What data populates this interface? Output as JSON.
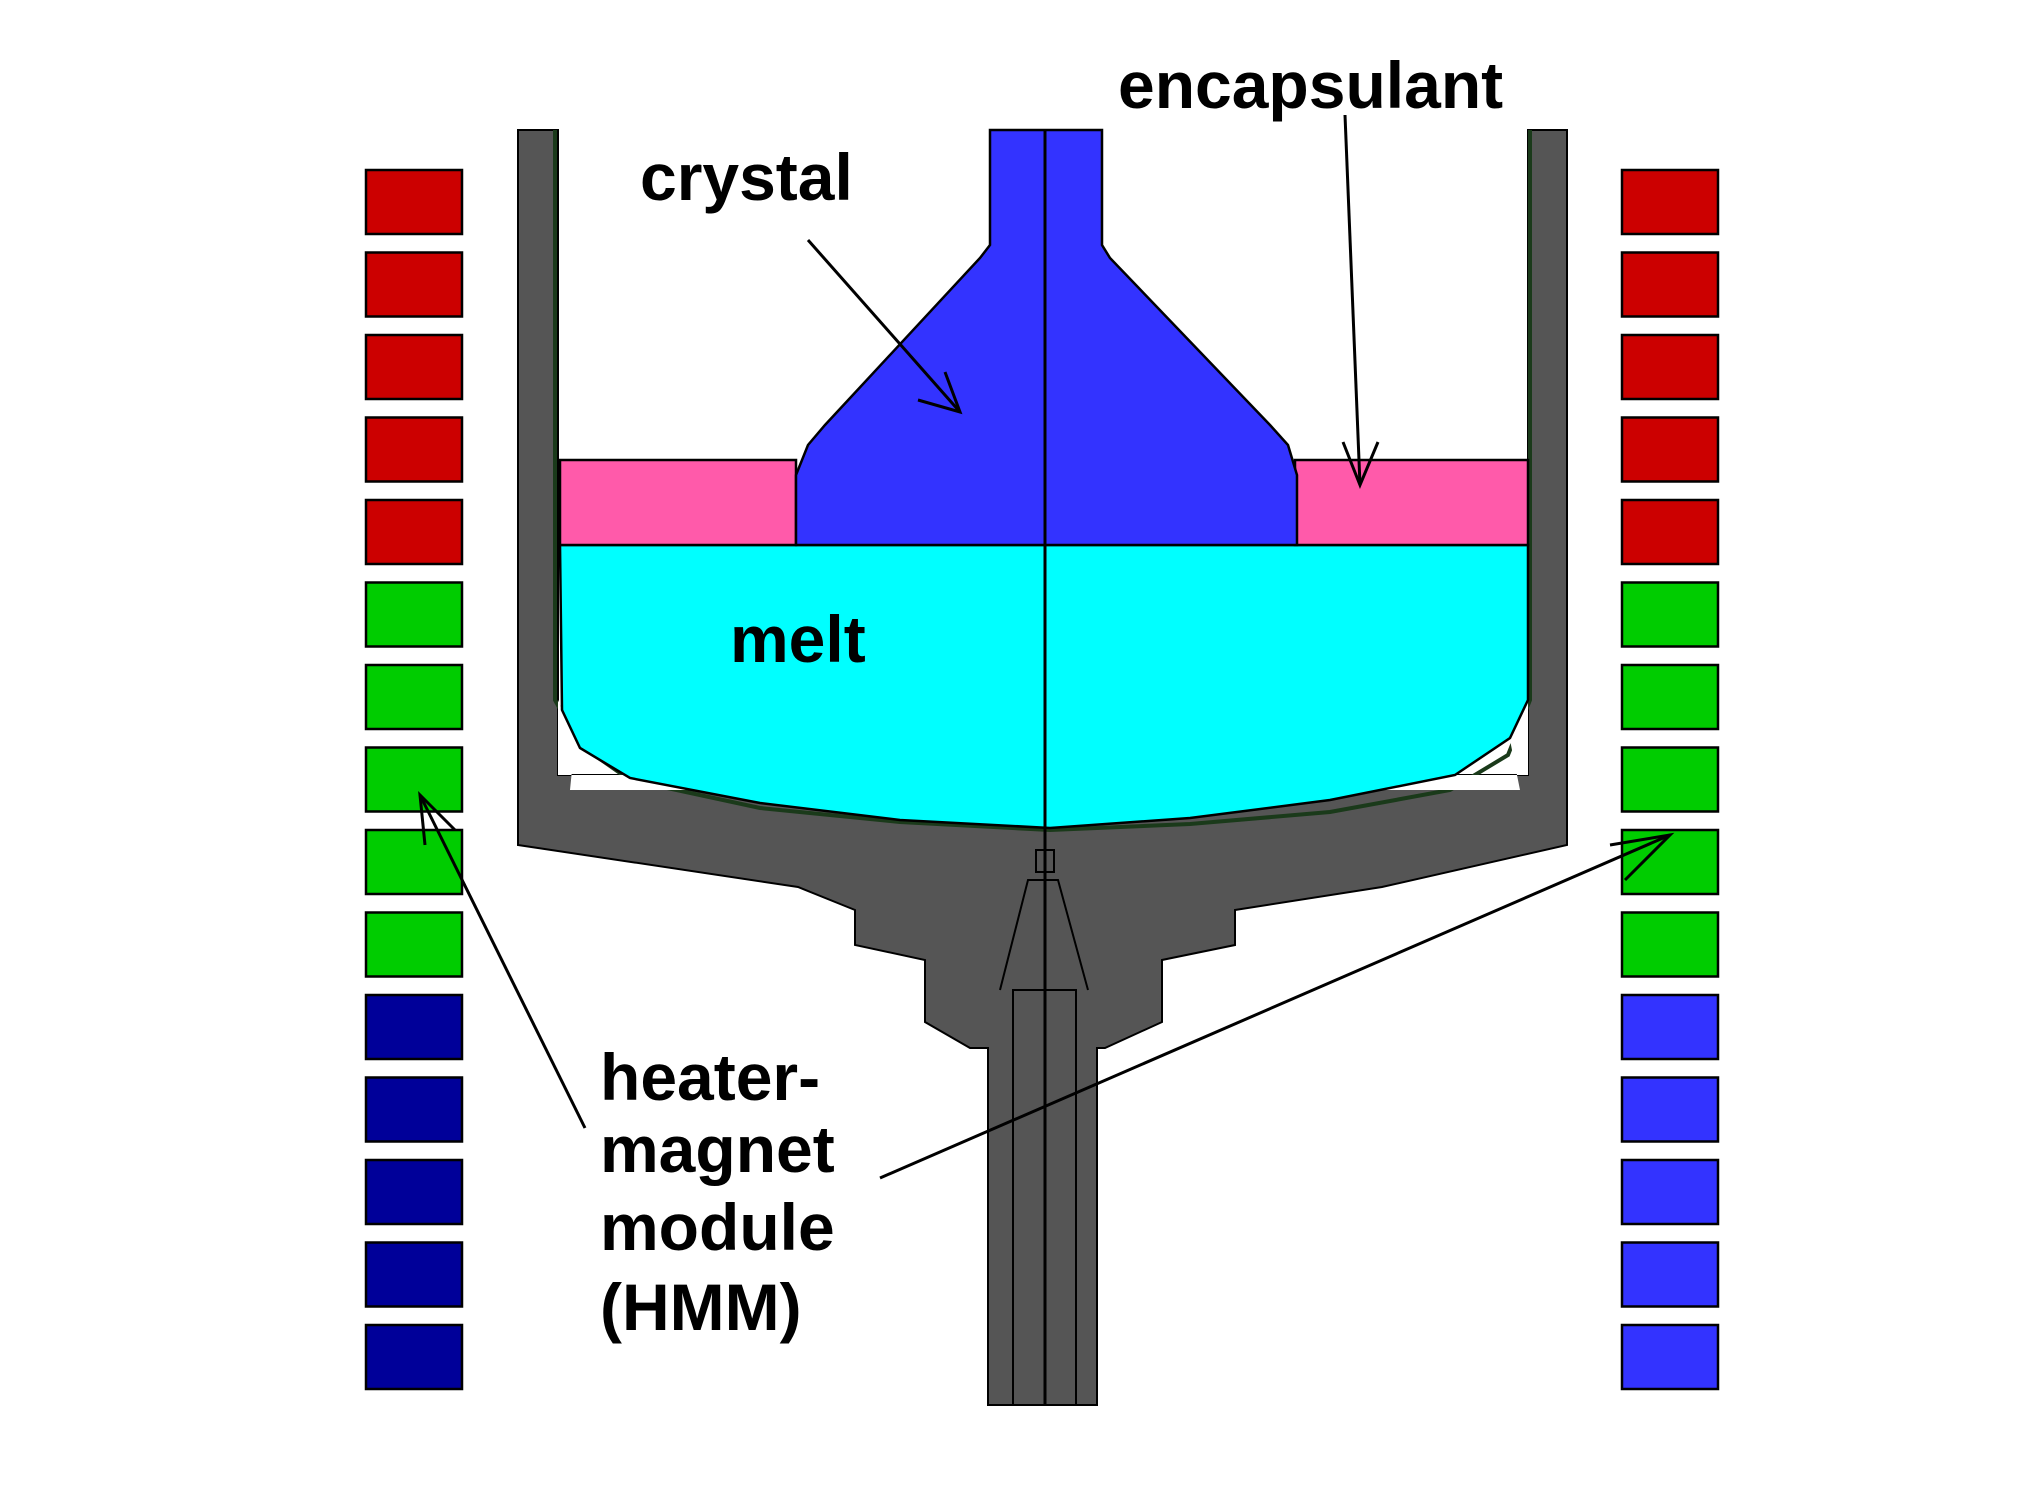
{
  "labels": {
    "encapsulant": "encapsulant",
    "crystal": "crystal",
    "melt": "melt",
    "hmm_line1": "heater-",
    "hmm_line2": "magnet",
    "hmm_line3": "module",
    "hmm_line4": "(HMM)"
  },
  "colors": {
    "crucible": "#555555",
    "crystal": "#3333ff",
    "encapsulant": "#ff5aaa",
    "melt": "#00ffff",
    "hmm_upper": "#cc0000",
    "hmm_middle": "#00cc00",
    "hmm_lower_left": "#000099",
    "hmm_lower_right": "#3333ff"
  },
  "hmm_stack": {
    "counts": {
      "upper": 5,
      "middle": 5,
      "lower": 5
    }
  }
}
